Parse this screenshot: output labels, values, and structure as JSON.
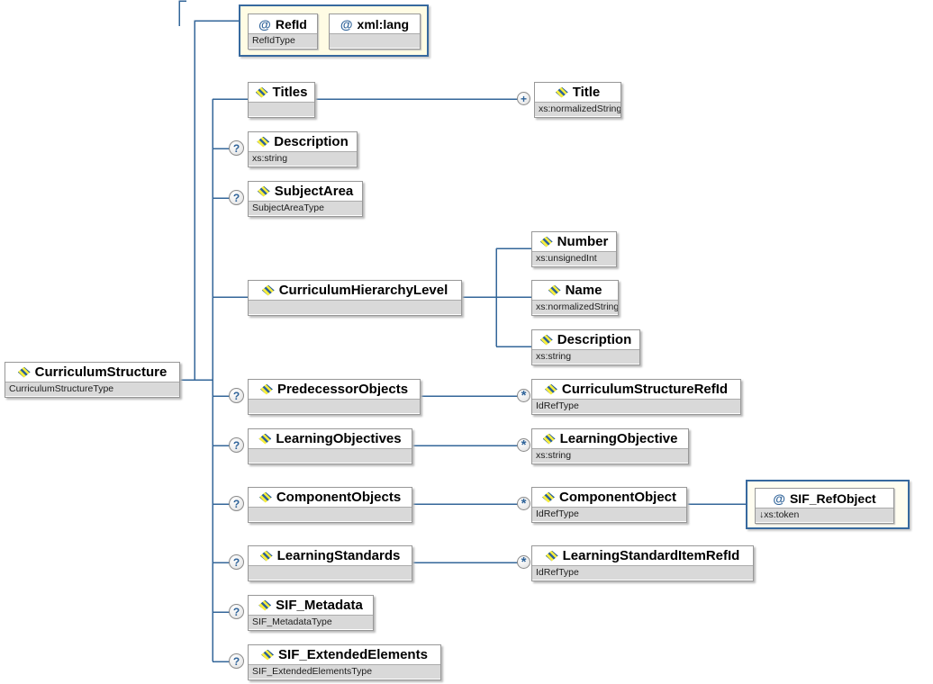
{
  "diagram_type": "xml-schema-content-model",
  "colors": {
    "connector_blue": "#336699",
    "icon_blue": "#2f6399",
    "icon_yellow": "#f7ee3c",
    "type_band_gray": "#d9d9d9",
    "attribute_container_fill": "#fffce4",
    "attribute_container_border": "#37699e"
  },
  "nodes": {
    "root": {
      "label": "CurriculumStructure",
      "type": "CurriculumStructureType"
    },
    "attr_refid": {
      "glyph": "@",
      "label": "RefId",
      "type": "RefIdType"
    },
    "attr_xmllang": {
      "glyph": "@",
      "label": "xml:lang",
      "type": ""
    },
    "titles": {
      "label": "Titles",
      "type": "",
      "occ": ""
    },
    "description": {
      "label": "Description",
      "type": "xs:string",
      "occ": "?"
    },
    "subjectarea": {
      "label": "SubjectArea",
      "type": "SubjectAreaType",
      "occ": "?"
    },
    "chl": {
      "label": "CurriculumHierarchyLevel",
      "type": "",
      "occ": ""
    },
    "predecessorobjects": {
      "label": "PredecessorObjects",
      "type": "",
      "occ": "?"
    },
    "learningobjectives": {
      "label": "LearningObjectives",
      "type": "",
      "occ": "?"
    },
    "componentobjects": {
      "label": "ComponentObjects",
      "type": "",
      "occ": "?"
    },
    "learningstandards": {
      "label": "LearningStandards",
      "type": "",
      "occ": "?"
    },
    "sif_metadata": {
      "label": "SIF_Metadata",
      "type": "SIF_MetadataType",
      "occ": "?"
    },
    "sif_extendedelements": {
      "label": "SIF_ExtendedElements",
      "type": "SIF_ExtendedElementsType",
      "occ": "?"
    },
    "title": {
      "label": "Title",
      "type": "xs:normalizedString",
      "occ": "+"
    },
    "number": {
      "label": "Number",
      "type": "xs:unsignedInt"
    },
    "name": {
      "label": "Name",
      "type": "xs:normalizedString"
    },
    "description2": {
      "label": "Description",
      "type": "xs:string"
    },
    "csrefid": {
      "label": "CurriculumStructureRefId",
      "type": "IdRefType",
      "occ": "*"
    },
    "learningobjective": {
      "label": "LearningObjective",
      "type": "xs:string",
      "occ": "*"
    },
    "componentobject": {
      "label": "ComponentObject",
      "type": "IdRefType",
      "occ": "*"
    },
    "lsirefid": {
      "label": "LearningStandardItemRefId",
      "type": "IdRefType",
      "occ": "*"
    },
    "attr_sifrefobject": {
      "glyph": "@",
      "label": "SIF_RefObject",
      "type": "↓xs:token"
    }
  }
}
